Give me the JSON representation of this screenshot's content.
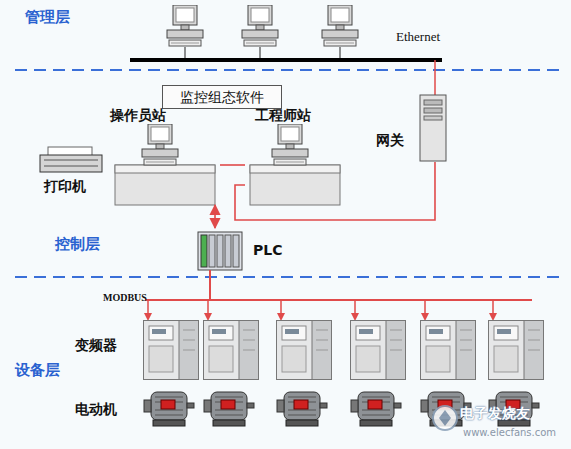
{
  "diagram": {
    "nodes": [
      {
        "text": [
          "监控组态软件"
        ]
      },
      {
        "text": [
          "操作员站"
        ]
      },
      {
        "text": [
          "工程师站"
        ]
      },
      {
        "text": [
          "网关"
        ]
      },
      {
        "text": [
          "打印机"
        ]
      },
      {
        "text": [
          "PLC"
        ]
      }
    ],
    "edges": [
      {
        "from": 5,
        "to": 1,
        "arrow": "both"
      },
      {
        "from": 1,
        "to": 2,
        "arrow": "none"
      },
      {
        "from": 3,
        "to": 2,
        "arrow": "none"
      }
    ],
    "labels": [
      "管理层",
      "Ethernet",
      "控制层",
      "MODBUS",
      "变频器",
      "设备层",
      "电动机",
      "电子发烧友",
      "www.elecfans.com"
    ]
  }
}
